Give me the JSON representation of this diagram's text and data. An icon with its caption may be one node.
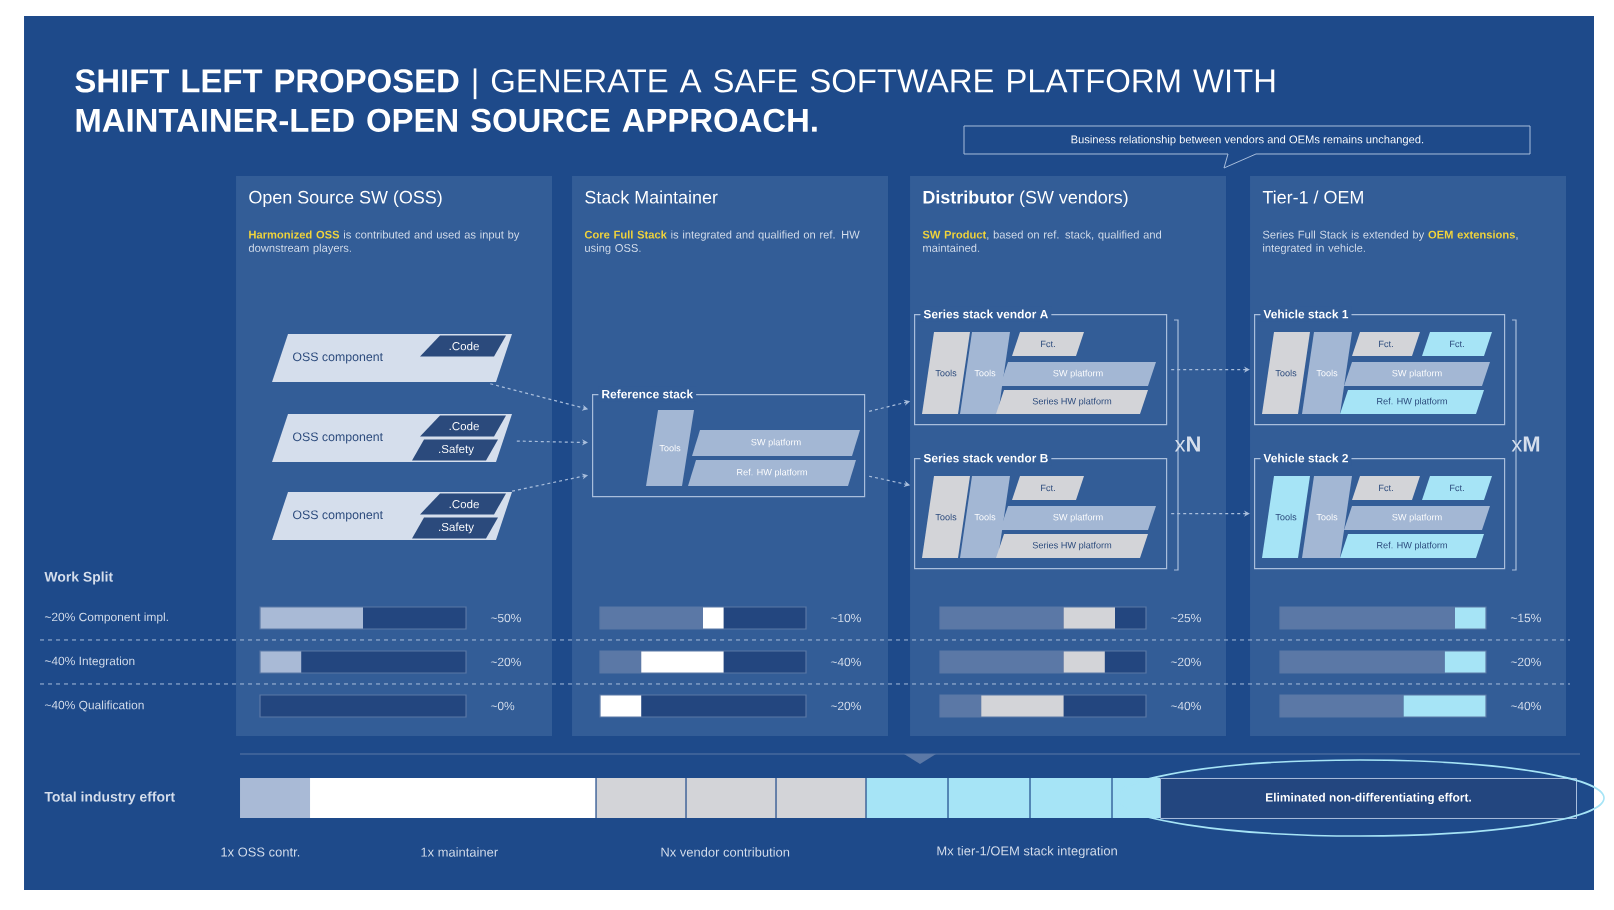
{
  "diagram": {
    "title": "**SHIFT LEFT PROPOSED** | GENERATE A SAFE SOFTWARE PLATFORM WITH **MAINTAINER-LED OPEN SOURCE APPROACH.**",
    "nodes": [
      {
        "text": [
          "Open Source SW (OSS)",
          "**Harmonized OSS** is contributed and used as input by downstream players."
        ]
      },
      {
        "text": [
          "Stack Maintainer",
          "**Core Full Stack** is integrated and qualified on ref. HW using OSS."
        ]
      },
      {
        "text": [
          "**Distributor** (SW vendors)",
          "**SW Product**, based on ref. stack, qualified and maintained."
        ]
      },
      {
        "text": [
          "Tier-1 / OEM",
          "Series Full Stack is extended by **OEM extensions**, integrated in vehicle."
        ]
      },
      {
        "text": [
          "Business relationship between vendors and OEMs remains unchanged."
        ]
      },
      {
        "text": [
          "OSS component",
          ".Code"
        ],
        "in": 0
      },
      {
        "text": [
          "OSS component",
          ".Code",
          ".Safety"
        ],
        "in": 0
      },
      {
        "text": [
          "OSS component",
          ".Code",
          ".Safety"
        ],
        "in": 0
      },
      {
        "text": [
          "Reference stack"
        ],
        "in": 1
      },
      {
        "text": [
          "Tools"
        ],
        "in": 8
      },
      {
        "text": [
          "SW platform"
        ],
        "in": 8
      },
      {
        "text": [
          "Ref. HW platform"
        ],
        "in": 8
      },
      {
        "text": [
          "Series stack vendor A"
        ],
        "in": 2
      },
      {
        "text": [
          "Tools"
        ],
        "in": 12
      },
      {
        "text": [
          "Tools"
        ],
        "in": 12
      },
      {
        "text": [
          "Fct."
        ],
        "in": 12
      },
      {
        "text": [
          "SW platform"
        ],
        "in": 12
      },
      {
        "text": [
          "Series HW platform"
        ],
        "in": 12
      },
      {
        "text": [
          "Series stack vendor B"
        ],
        "in": 2
      },
      {
        "text": [
          "Tools"
        ],
        "in": 18
      },
      {
        "text": [
          "Tools"
        ],
        "in": 18
      },
      {
        "text": [
          "Fct."
        ],
        "in": 18
      },
      {
        "text": [
          "SW platform"
        ],
        "in": 18
      },
      {
        "text": [
          "Series HW platform"
        ],
        "in": 18
      },
      {
        "text": [
          "Vehicle stack 1"
        ],
        "in": 3
      },
      {
        "text": [
          "Tools"
        ],
        "in": 24
      },
      {
        "text": [
          "Tools"
        ],
        "in": 24
      },
      {
        "text": [
          "Fct."
        ],
        "in": 24
      },
      {
        "text": [
          "Fct."
        ],
        "in": 24
      },
      {
        "text": [
          "SW platform"
        ],
        "in": 24
      },
      {
        "text": [
          "Ref. HW platform"
        ],
        "in": 24
      },
      {
        "text": [
          "Vehicle stack 2"
        ],
        "in": 3
      },
      {
        "text": [
          "Tools"
        ],
        "in": 31
      },
      {
        "text": [
          "Tools"
        ],
        "in": 31
      },
      {
        "text": [
          "Fct."
        ],
        "in": 31
      },
      {
        "text": [
          "Fct."
        ],
        "in": 31
      },
      {
        "text": [
          "SW platform"
        ],
        "in": 31
      },
      {
        "text": [
          "Ref. HW platform"
        ],
        "in": 31
      },
      {
        "text": [
          "Eliminated non-differentiating effort."
        ]
      }
    ],
    "edges": [
      {
        "from": 5,
        "to": 8,
        "arrow": "to",
        "style": "dashed"
      },
      {
        "from": 6,
        "to": 8,
        "arrow": "to",
        "style": "dashed"
      },
      {
        "from": 7,
        "to": 8,
        "arrow": "to",
        "style": "dashed"
      },
      {
        "from": 8,
        "to": 12,
        "arrow": "to",
        "style": "dashed"
      },
      {
        "from": 8,
        "to": 18,
        "arrow": "to",
        "style": "dashed"
      },
      {
        "from": 12,
        "to": 24,
        "arrow": "to",
        "style": "dashed"
      },
      {
        "from": 18,
        "to": 31,
        "arrow": "to",
        "style": "dashed"
      }
    ],
    "labels": [
      "x**N**",
      "x**M**",
      "Work Split",
      "~20% Component impl.",
      "~50%",
      "~10%",
      "~25%",
      "~15%",
      "~40% Integration",
      "~20%",
      "~40%",
      "~20%",
      "~20%",
      "~40% Qualification",
      "~0%",
      "~20%",
      "~40%",
      "~40%",
      "Total industry effort",
      "1x OSS contr.",
      "1x maintainer",
      "Nx vendor contribution",
      "Mx tier-1/OEM stack integration"
    ]
  }
}
